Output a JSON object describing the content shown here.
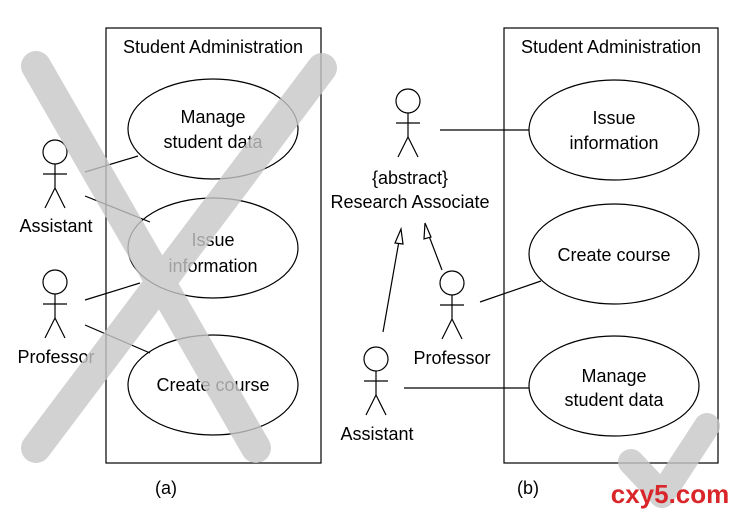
{
  "diagram_a": {
    "system_title": "Student Administration",
    "usecase_manage": [
      "Manage",
      "student data"
    ],
    "usecase_issue": [
      "Issue",
      "information"
    ],
    "usecase_create": "Create course",
    "actor_assistant": "Assistant",
    "actor_professor": "Professor",
    "caption": "(a)",
    "overlay_mark": "cross",
    "overlay_color": "#c8c8c8"
  },
  "diagram_b": {
    "system_title": "Student Administration",
    "usecase_issue": [
      "Issue",
      "information"
    ],
    "usecase_create": "Create course",
    "usecase_manage": [
      "Manage",
      "student data"
    ],
    "abstract_stereotype": "{abstract}",
    "actor_research": "Research Associate",
    "actor_professor": "Professor",
    "actor_assistant": "Assistant",
    "caption": "(b)",
    "overlay_mark": "check",
    "overlay_color": "#c8c8c8"
  },
  "watermark": "cxy5.com",
  "watermark_color": "#d8262a"
}
